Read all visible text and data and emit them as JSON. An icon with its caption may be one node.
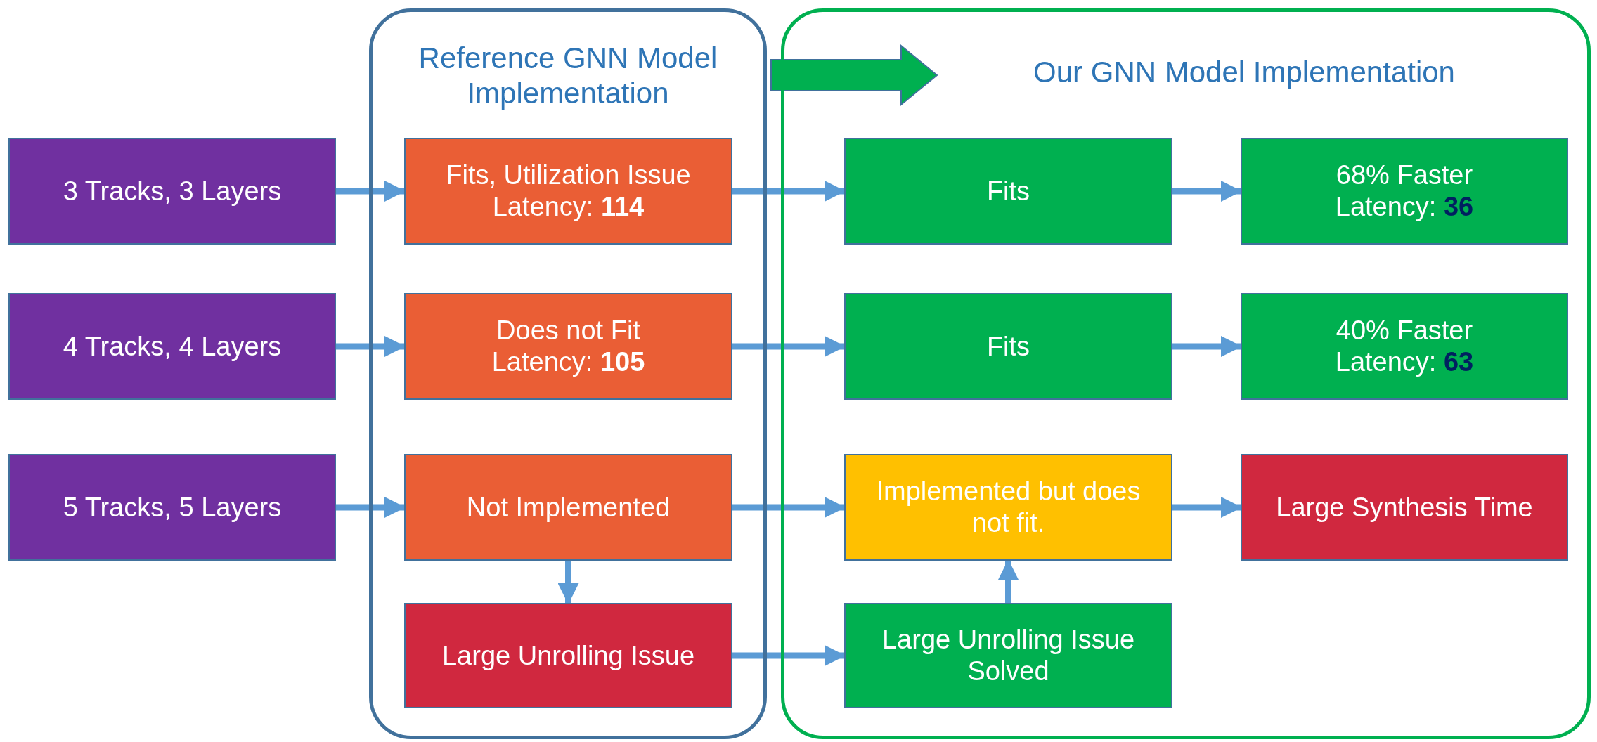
{
  "diagram": {
    "nodes": [
      {
        "text": [
          "Reference GNN Model Implementation"
        ]
      },
      {
        "text": [
          "Our GNN Model Implementation"
        ]
      },
      {
        "text": [
          "3 Tracks, 3 Layers"
        ]
      },
      {
        "text": [
          "Fits, Utilization Issue",
          "Latency: **114**"
        ],
        "in": 0
      },
      {
        "text": [
          "Fits"
        ],
        "in": 1
      },
      {
        "text": [
          "68% Faster",
          "Latency: **36**"
        ],
        "in": 1
      },
      {
        "text": [
          "4 Tracks, 4 Layers"
        ]
      },
      {
        "text": [
          "Does not Fit",
          "Latency: **105**"
        ],
        "in": 0
      },
      {
        "text": [
          "Fits"
        ],
        "in": 1
      },
      {
        "text": [
          "40% Faster",
          "Latency: **63**"
        ],
        "in": 1
      },
      {
        "text": [
          "5 Tracks, 5 Layers"
        ]
      },
      {
        "text": [
          "Not Implemented"
        ],
        "in": 0
      },
      {
        "text": [
          "Implemented but does not fit."
        ],
        "in": 1
      },
      {
        "text": [
          "Large Synthesis Time"
        ],
        "in": 1
      },
      {
        "text": [
          "Large Unrolling Issue"
        ],
        "in": 0
      },
      {
        "text": [
          "Large Unrolling Issue Solved"
        ],
        "in": 1
      }
    ],
    "edges": [
      {
        "from": 0,
        "to": 1,
        "arrow": "to",
        "style": "thick",
        "color": "#00b050"
      },
      {
        "from": 2,
        "to": 3,
        "arrow": "to"
      },
      {
        "from": 3,
        "to": 4,
        "arrow": "to"
      },
      {
        "from": 4,
        "to": 5,
        "arrow": "to"
      },
      {
        "from": 6,
        "to": 7,
        "arrow": "to"
      },
      {
        "from": 7,
        "to": 8,
        "arrow": "to"
      },
      {
        "from": 8,
        "to": 9,
        "arrow": "to"
      },
      {
        "from": 10,
        "to": 11,
        "arrow": "to"
      },
      {
        "from": 11,
        "to": 12,
        "arrow": "to"
      },
      {
        "from": 12,
        "to": 13,
        "arrow": "to"
      },
      {
        "from": 11,
        "to": 14,
        "arrow": "to"
      },
      {
        "from": 14,
        "to": 15,
        "arrow": "to"
      },
      {
        "from": 15,
        "to": 12,
        "arrow": "to"
      }
    ]
  }
}
